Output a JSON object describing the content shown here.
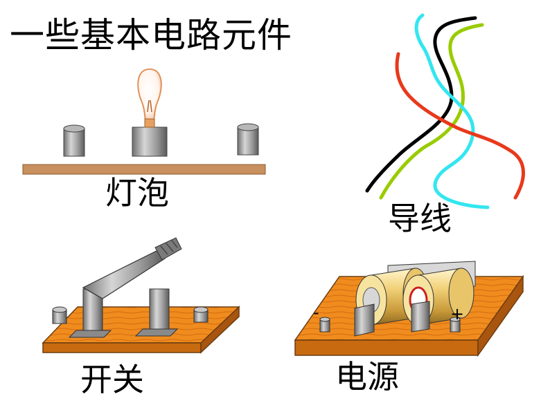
{
  "title": "一些基本电路元件",
  "components": {
    "bulb": {
      "label": "灯泡"
    },
    "wire": {
      "label": "导线",
      "wire_colors": [
        "#000000",
        "#99cc00",
        "#33e6f0",
        "#e8391c"
      ]
    },
    "switch": {
      "label": "开关"
    },
    "power": {
      "label": "电源",
      "minus_sign": "-",
      "plus_sign": "+"
    }
  },
  "colors": {
    "board_orange": "#f08c1e",
    "board_wood": "#c8905e",
    "metal_gray": "#9a9a9a",
    "battery_gold": "#e8c060"
  }
}
